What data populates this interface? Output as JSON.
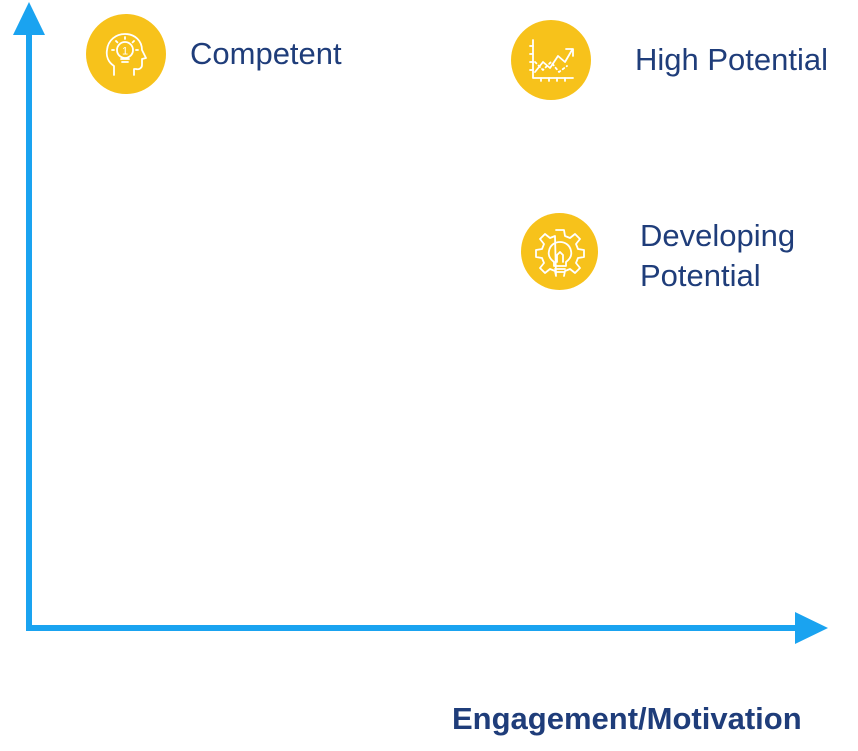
{
  "colors": {
    "axis": "#1aa3f0",
    "badge": "#f7c21b",
    "icon_stroke": "#ffffff",
    "text": "#1f3d7a"
  },
  "items": [
    {
      "label": "Competent",
      "icon": "head-idea-icon"
    },
    {
      "label": "High Potential",
      "icon": "growth-chart-icon"
    },
    {
      "label": "Developing\nPotential",
      "icon": "gear-lightbulb-icon"
    }
  ],
  "x_axis_label": "Engagement/Motivation"
}
